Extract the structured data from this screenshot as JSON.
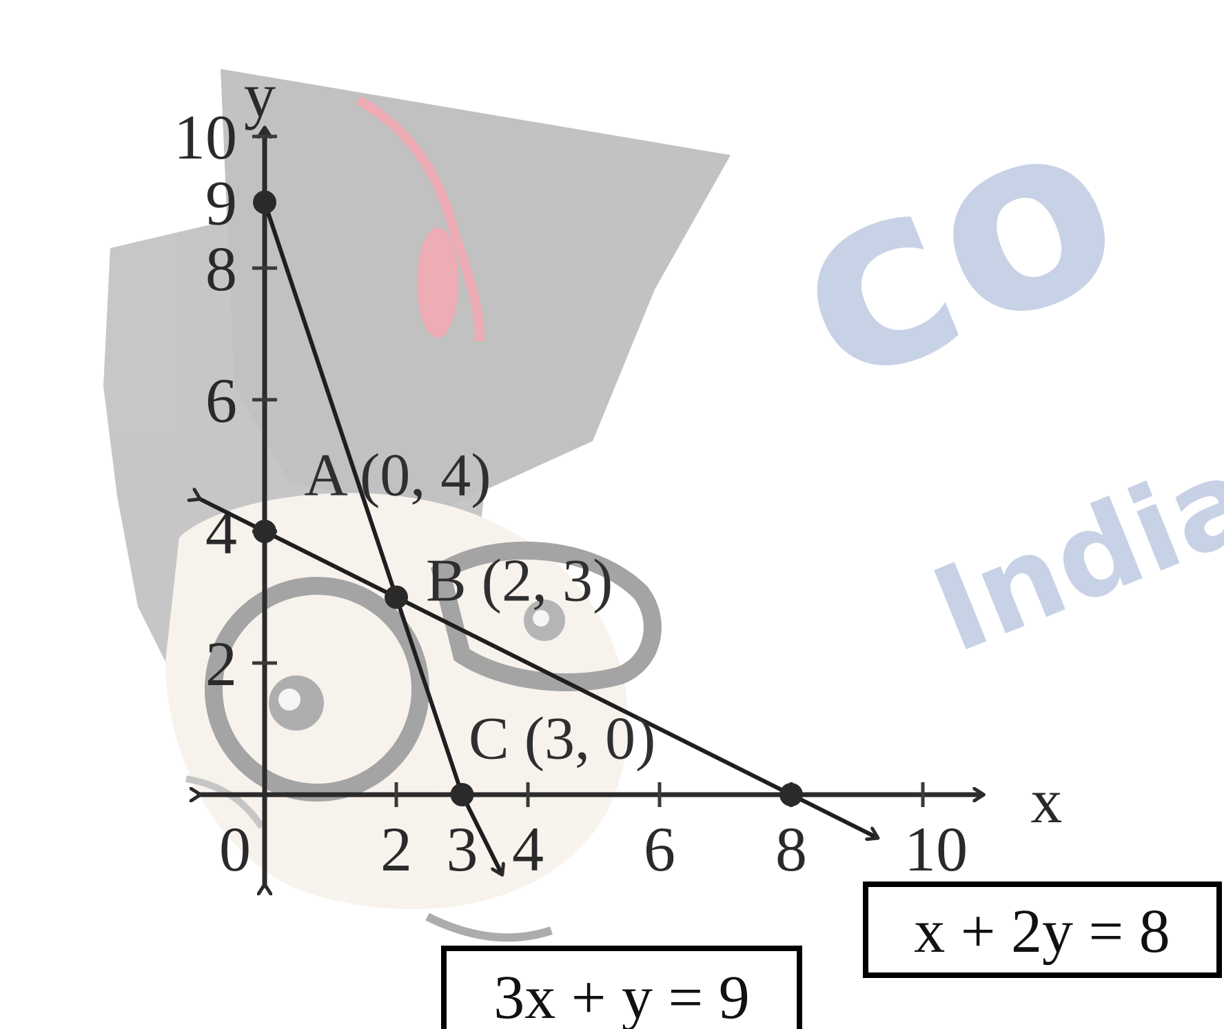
{
  "graph": {
    "axes": {
      "x_label": "x",
      "y_label": "y",
      "x_range": [
        -1.1,
        10.8
      ],
      "y_range": [
        -1.3,
        10.2
      ],
      "x_ticks": [
        2,
        4,
        6,
        8,
        10
      ],
      "y_ticks": [
        2,
        4,
        6,
        8,
        10
      ],
      "x_tick_labels": [
        "0",
        "2",
        "3",
        "4",
        "6",
        "8",
        "10"
      ],
      "y_tick_labels": [
        "2",
        "4",
        "6",
        "8",
        "9",
        "10"
      ]
    },
    "lines": [
      {
        "equation": "x + 2y = 8",
        "through": [
          [
            -1,
            4.5
          ],
          [
            8,
            0
          ],
          [
            9.3,
            -0.65
          ]
        ]
      },
      {
        "equation": "3x + y = 9",
        "through": [
          [
            0,
            9
          ],
          [
            3,
            0
          ],
          [
            3.6,
            -1.2
          ]
        ]
      }
    ],
    "points": [
      {
        "label": "A (0, 4)",
        "x": 0,
        "y": 4
      },
      {
        "label": "B (2, 3)",
        "x": 2,
        "y": 3
      },
      {
        "label": "C (3, 0)",
        "x": 3,
        "y": 0
      },
      {
        "label": "",
        "x": 8,
        "y": 0
      },
      {
        "label": "",
        "x": 0,
        "y": 9
      }
    ],
    "equation_boxes": [
      {
        "text": "x + 2y = 8"
      },
      {
        "text": "3x + y = 9"
      }
    ],
    "watermark": {
      "text_a": "co",
      "text_b": "India's",
      "color": "#c8d2e6"
    }
  }
}
